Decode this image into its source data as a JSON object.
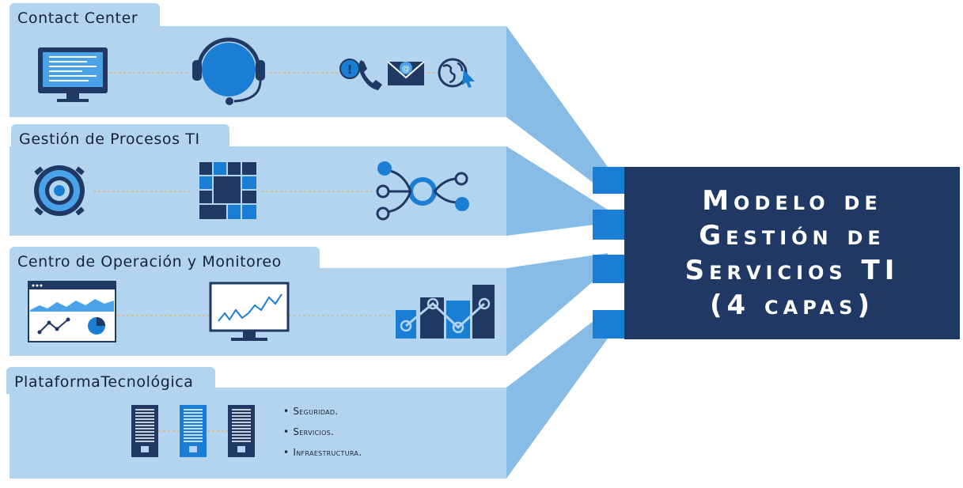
{
  "layers": [
    {
      "title": "Contact Center"
    },
    {
      "title": "Gestión de Procesos TI"
    },
    {
      "title": "Centro de Operación y Monitoreo"
    },
    {
      "title": "PlataformaTecnológica"
    }
  ],
  "model": {
    "line1": "Modelo de",
    "line2": "Gestión de",
    "line3": "Servicios TI",
    "line4": "(4 capas)"
  },
  "platform_items": [
    "Seguridad.",
    "Servicios.",
    "Infraestructura."
  ],
  "colors": {
    "panel": "#b3d4ee",
    "connector": "#86bce6",
    "navy": "#1f3864",
    "blue": "#1a7fd4",
    "light_blue": "#4aa3e8"
  },
  "icons": {
    "contact_center": [
      "monitor-icon",
      "headset-icon",
      "phone-alert-icon",
      "email-icon",
      "web-globe-icon"
    ],
    "processes": [
      "gear-cycle-icon",
      "tile-grid-icon",
      "process-flow-icon"
    ],
    "operations": [
      "dashboard-icon",
      "line-chart-monitor-icon",
      "bar-line-chart-icon"
    ],
    "platform": [
      "server-icon"
    ]
  }
}
